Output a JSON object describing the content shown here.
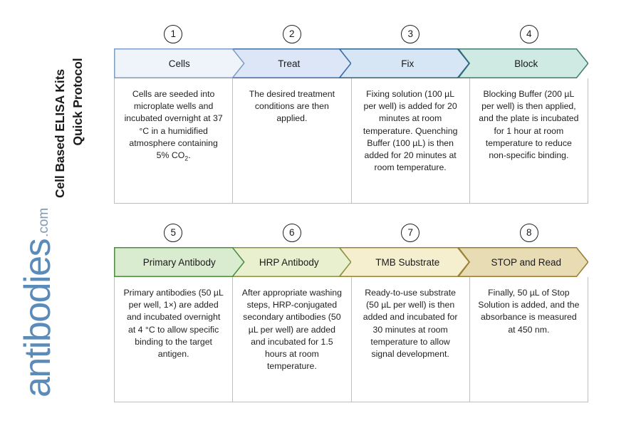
{
  "title": {
    "line1": "Cell Based ELISA Kits",
    "line2": "Quick Protocol"
  },
  "logo": {
    "word": "antibodies",
    "tld": ".com",
    "color": "#5b8bb9"
  },
  "rows": [
    {
      "id": "row-1",
      "steps": [
        {
          "number": "1",
          "label": "Cells",
          "fill": "#eff4fa",
          "stroke": "#7c9cc4",
          "description": "Cells are seeded into microplate wells and incubated overnight at 37 °C in a humidified atmosphere containing 5% CO₂."
        },
        {
          "number": "2",
          "label": "Treat",
          "fill": "#dde6f6",
          "stroke": "#3d6ba5",
          "description": "The desired treatment conditions are then applied."
        },
        {
          "number": "3",
          "label": "Fix",
          "fill": "#d6e6f5",
          "stroke": "#2f6185",
          "description": "Fixing solution (100 µL per well) is added for 20 minutes at room temperature. Quenching Buffer (100 µL) is then added for 20 minutes at room temperature."
        },
        {
          "number": "4",
          "label": "Block",
          "fill": "#cfeae2",
          "stroke": "#3f7b72",
          "description": "Blocking Buffer (200 µL per well) is then applied, and the plate is incubated for 1 hour at room temperature to reduce non-specific binding."
        }
      ]
    },
    {
      "id": "row-2",
      "steps": [
        {
          "number": "5",
          "label": "Primary Antibody",
          "fill": "#d9ecd0",
          "stroke": "#4b8b3b",
          "description": "Primary antibodies (50 µL per well, 1×) are added and incubated overnight at 4 °C to allow specific binding to the target antigen."
        },
        {
          "number": "6",
          "label": "HRP Antibody",
          "fill": "#e8f0cf",
          "stroke": "#8a9140",
          "description": "After appropriate washing steps, HRP-conjugated secondary antibodies (50 µL per well) are added and incubated for 1.5 hours at room temperature."
        },
        {
          "number": "7",
          "label": "TMB Substrate",
          "fill": "#f5eecf",
          "stroke": "#9b8332",
          "description": "Ready-to-use substrate (50 µL per well) is then added and incubated for 30 minutes at room temperature to allow signal development."
        },
        {
          "number": "8",
          "label": "STOP and Read",
          "fill": "#e8dcb4",
          "stroke": "#9a7c32",
          "description": "Finally, 50 µL of Stop Solution is added, and the absorbance is measured at 450 nm."
        }
      ]
    }
  ]
}
